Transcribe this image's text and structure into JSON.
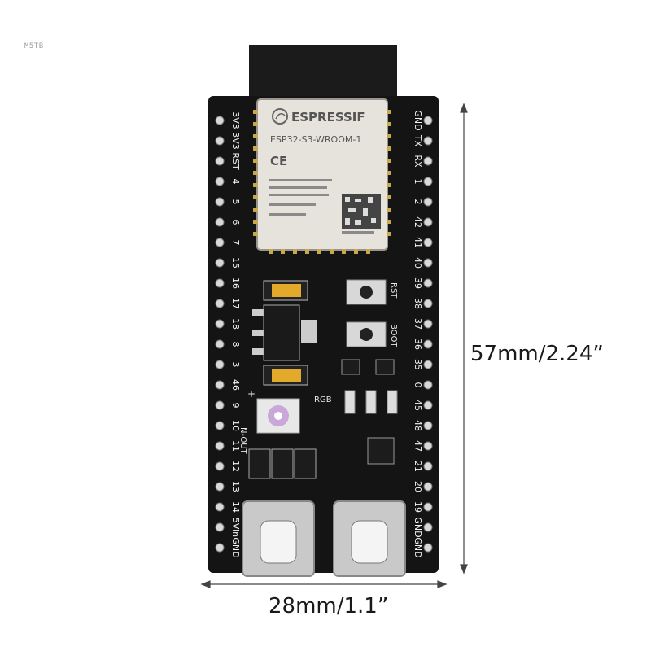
{
  "watermark": "M5TB",
  "module": {
    "brand": "ESPRESSIF",
    "model": "ESP32-S3-WROOM-1",
    "ce_mark": "CE"
  },
  "silkscreen": {
    "rst": "RST",
    "boot": "BOOT",
    "rgb": "RGB",
    "in_out": "IN-OUT"
  },
  "pins_left": [
    "3V3",
    "3V3",
    "RST",
    "4",
    "5",
    "6",
    "7",
    "15",
    "16",
    "17",
    "18",
    "8",
    "3",
    "46",
    "9",
    "10",
    "11",
    "12",
    "13",
    "14",
    "5Vin",
    "GND"
  ],
  "pins_right": [
    "GND",
    "TX",
    "RX",
    "1",
    "2",
    "42",
    "41",
    "40",
    "39",
    "38",
    "37",
    "36",
    "35",
    "0",
    "45",
    "48",
    "47",
    "21",
    "20",
    "19",
    "GND",
    "GND"
  ],
  "dimensions": {
    "height": "57mm/2.24”",
    "width": "28mm/1.1”"
  },
  "colors": {
    "pcb": "#141414",
    "module_shield": "#e6e3dc",
    "pad": "#d9d9d9",
    "usb": "#c9c9c9"
  }
}
